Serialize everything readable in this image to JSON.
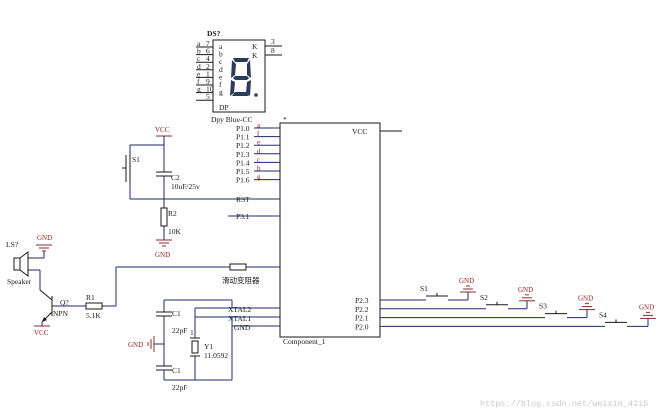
{
  "display": {
    "ref": "DS?",
    "part": "Dpy Blue-CC",
    "pin_names": [
      "a",
      "b",
      "c",
      "d",
      "e",
      "f",
      "g"
    ],
    "pin_nums": [
      "7",
      "6",
      "4",
      "2",
      "1",
      "9",
      "10"
    ],
    "dp_name": "DP",
    "dp_num": "5",
    "k_name": "K",
    "k_nums": [
      "3",
      "8"
    ]
  },
  "mcu": {
    "ref": "*",
    "name": "Component_1",
    "vcc": "VCC",
    "left_pins": [
      "P1.0",
      "P1.1",
      "P1.2",
      "P1.3",
      "P1.4",
      "P1.5",
      "P1.6"
    ],
    "left_pin_marks": [
      "a",
      "f",
      "e",
      "d",
      "c",
      "b",
      "g"
    ],
    "rst": "RST",
    "p31": "P3.1",
    "xtal2": "XTAL2",
    "xtal1": "XTAL1",
    "gnd": "GND",
    "right_pins": [
      "P2.3",
      "P2.2",
      "P2.1",
      "P2.0"
    ]
  },
  "reset": {
    "vcc": "VCC",
    "switch": "S1",
    "cap_ref": "C2",
    "cap_val": "10uF/25v",
    "res_ref": "R2",
    "res_val": "10K",
    "gnd": "GND"
  },
  "speaker": {
    "ref": "LS?",
    "label": "Speaker",
    "gnd": "GND",
    "q_ref": "Q?",
    "q_type": "NPN",
    "q_vcc": "VCC",
    "r_ref": "R1",
    "r_val": "5.1K",
    "pot": "滑动变阻器"
  },
  "crystal": {
    "c_top_ref": "C1",
    "c_top_val": "22pF",
    "c_bot_ref": "C1",
    "c_bot_val": "22pF",
    "y_ref": "Y1",
    "y_val": "11.0592",
    "y_pin": "1",
    "gnd": "GND"
  },
  "buttons": {
    "labels": [
      "S1",
      "S2",
      "S3",
      "S4"
    ],
    "gnd": "GND"
  },
  "watermark": "https://blog.csdn.net/weixin_4215"
}
